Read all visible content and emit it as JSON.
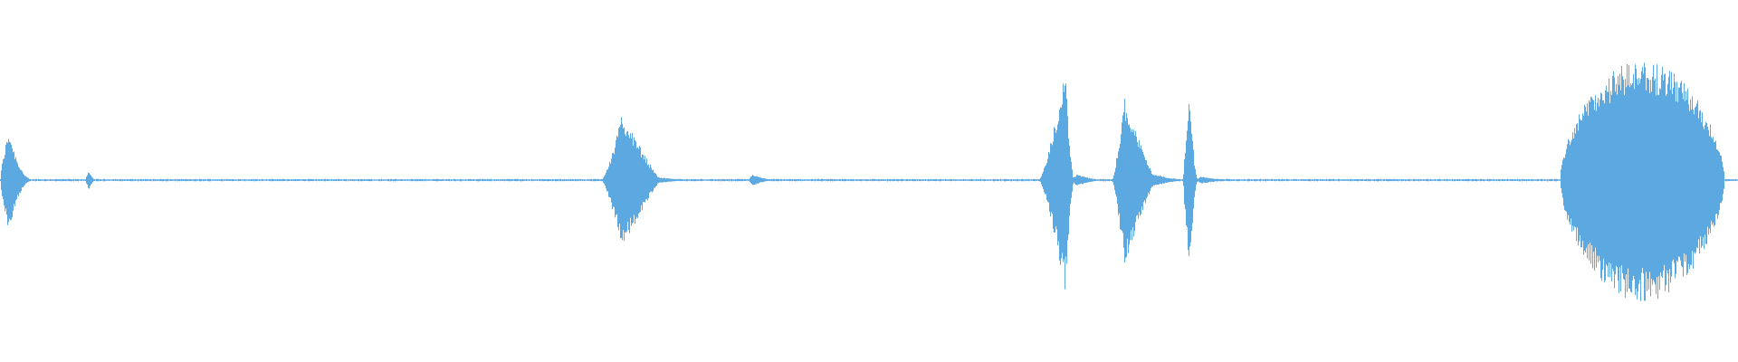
{
  "waveform": {
    "color": "#5ba9e0",
    "background": "#ffffff",
    "baseline_amplitude": 0.008,
    "bursts": [
      {
        "name": "burst-start",
        "start": 0.0,
        "peak": 0.005,
        "end": 0.02,
        "amplitude": 0.43,
        "shape": "fast-decay"
      },
      {
        "name": "click-1",
        "start": 0.049,
        "peak": 0.051,
        "end": 0.056,
        "amplitude": 0.08,
        "shape": "spike"
      },
      {
        "name": "burst-2",
        "start": 0.346,
        "peak": 0.358,
        "end": 0.38,
        "amplitude": 0.56,
        "shape": "swell"
      },
      {
        "name": "burst-2-tail",
        "start": 0.37,
        "peak": 0.372,
        "end": 0.41,
        "amplitude": 0.04,
        "shape": "fast-decay"
      },
      {
        "name": "click-2",
        "start": 0.431,
        "peak": 0.433,
        "end": 0.45,
        "amplitude": 0.05,
        "shape": "fast-decay"
      },
      {
        "name": "burst-3",
        "start": 0.598,
        "peak": 0.613,
        "end": 0.618,
        "amplitude": 0.92,
        "shape": "rise"
      },
      {
        "name": "burst-3-tail",
        "start": 0.617,
        "peak": 0.62,
        "end": 0.64,
        "amplitude": 0.05,
        "shape": "fast-decay"
      },
      {
        "name": "burst-4",
        "start": 0.64,
        "peak": 0.647,
        "end": 0.665,
        "amplitude": 0.7,
        "shape": "swell"
      },
      {
        "name": "burst-4-tail",
        "start": 0.66,
        "peak": 0.663,
        "end": 0.69,
        "amplitude": 0.06,
        "shape": "fast-decay"
      },
      {
        "name": "burst-5",
        "start": 0.681,
        "peak": 0.685,
        "end": 0.69,
        "amplitude": 0.76,
        "shape": "spike"
      },
      {
        "name": "burst-5-tail",
        "start": 0.689,
        "peak": 0.691,
        "end": 0.72,
        "amplitude": 0.03,
        "shape": "fast-decay"
      },
      {
        "name": "burst-6",
        "start": 0.898,
        "peak": 0.95,
        "end": 1.0,
        "amplitude": 1.0,
        "shape": "dome"
      }
    ]
  }
}
